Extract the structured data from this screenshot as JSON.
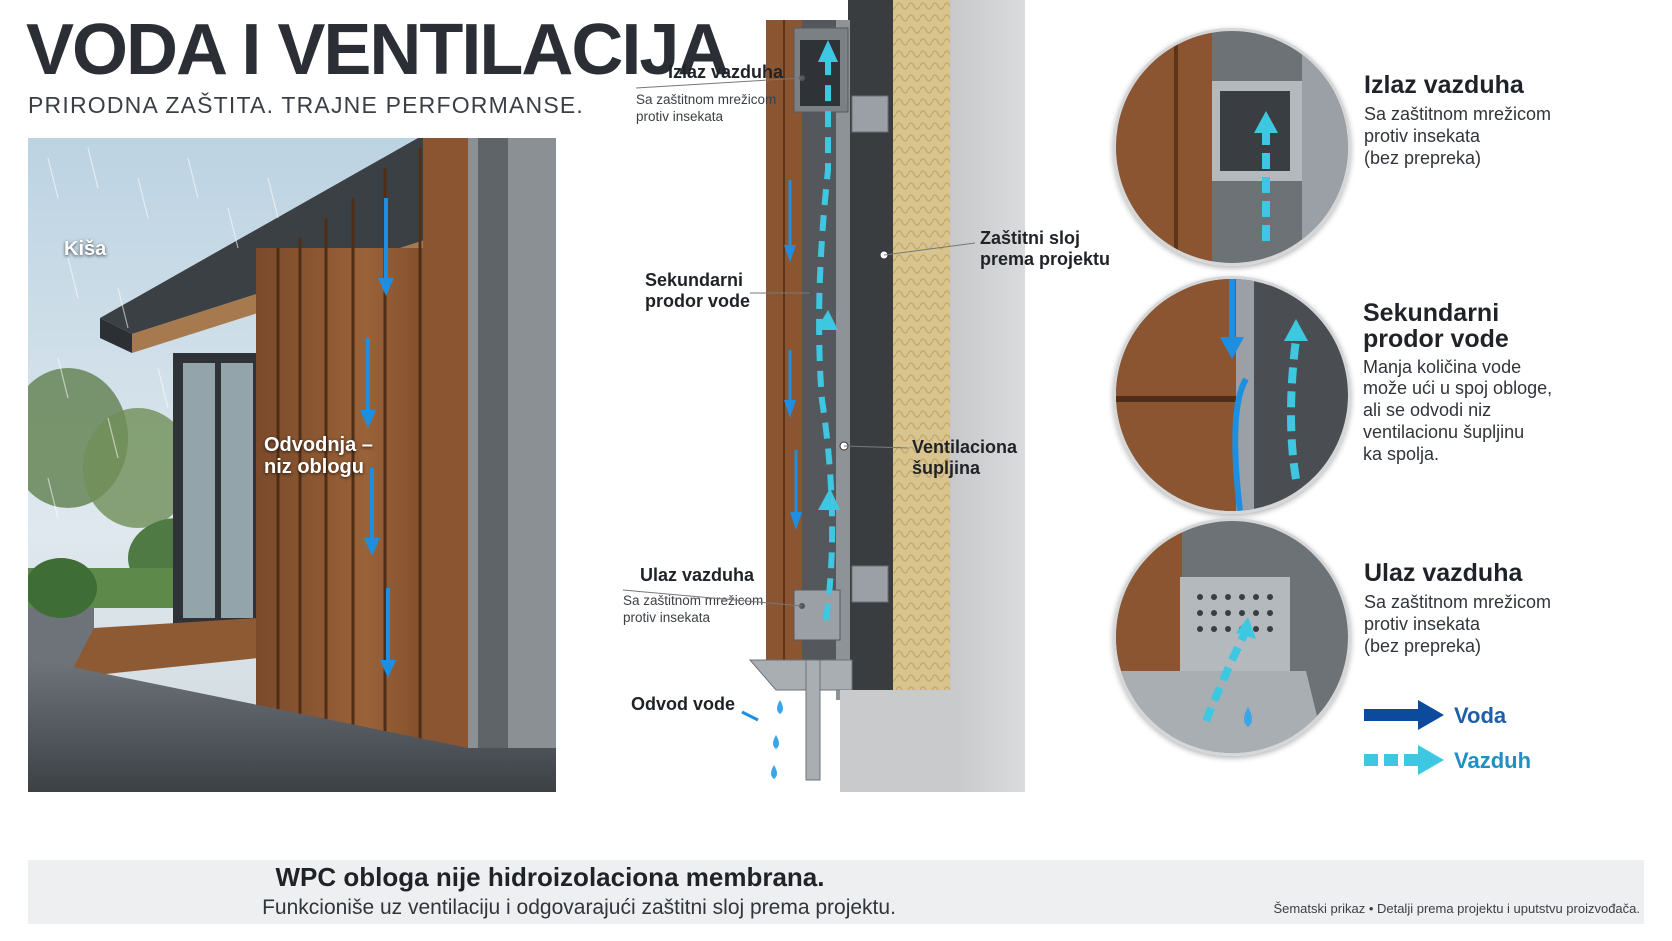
{
  "header": {
    "title": "VODA I VENTILACIJA",
    "subtitle": "PRIRODNA ZAŠTITA. TRAJNE PERFORMANSE."
  },
  "photo": {
    "rain_label": "Kiša",
    "drain_label": "Odvodnja –\nniz oblogu"
  },
  "section_callouts": {
    "air_outlet": {
      "title": "Izlaz vazduha",
      "sub": "Sa zaštitnom mrežicom\nprotiv insekata"
    },
    "secondary_water": {
      "title": "Sekundarni\nprodor vode"
    },
    "protective_layer": {
      "title": "Zaštitni sloj\nprema projektu"
    },
    "ventilation_cavity": {
      "title": "Ventilaciona\nšupljina"
    },
    "air_inlet": {
      "title": "Ulaz vazduha",
      "sub": "Sa zaštitnom mrežicom\nprotiv insekata"
    },
    "water_drain": {
      "title": "Odvod vode"
    }
  },
  "details": [
    {
      "title": "Izlaz vazduha",
      "text": "Sa zaštitnom mrežicom\nprotiv insekata\n(bez prepreka)"
    },
    {
      "title": "Sekundarni\nprodor vode",
      "text": "Manja količina vode\nmože ući u spoj obloge,\nali se odvodi niz\nventilacionu šupljinu\nka spolja."
    },
    {
      "title": "Ulaz vazduha",
      "text": "Sa zaštitnom mrežicom\nprotiv insekata\n(bez prepreka)"
    }
  ],
  "legend": {
    "water_label": "Voda",
    "air_label": "Vazduh",
    "water_color": "#0b4a9c",
    "air_color": "#3ec7e0"
  },
  "footer": {
    "main": "WPC obloga nije hidroizolaciona membrana.",
    "sub": "Funkcioniše uz ventilaciju i odgovarajući zaštitni sloj prema projektu.",
    "note": "Šematski prikaz • Detalji prema projektu i uputstvu proizvođača."
  }
}
